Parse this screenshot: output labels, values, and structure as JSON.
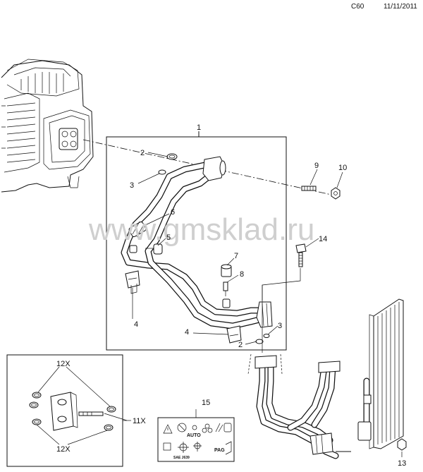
{
  "header": {
    "code": "C60",
    "date": "11/11/2011"
  },
  "watermark": "www.gmsklad.ru",
  "callouts": {
    "c1": "1",
    "c2a": "2",
    "c3a": "3",
    "c4a": "4",
    "c5": "5",
    "c6": "6",
    "c7": "7",
    "c8": "8",
    "c4b": "4",
    "c2b": "2",
    "c3b": "3",
    "c9": "9",
    "c10": "10",
    "c14": "14",
    "c12a": "12X",
    "c11": "11X",
    "c12b": "12X",
    "c15": "15",
    "c13": "13"
  },
  "label_panel": {
    "auto": "AUTO",
    "pag": "PAG",
    "sae": "SAE J639"
  }
}
